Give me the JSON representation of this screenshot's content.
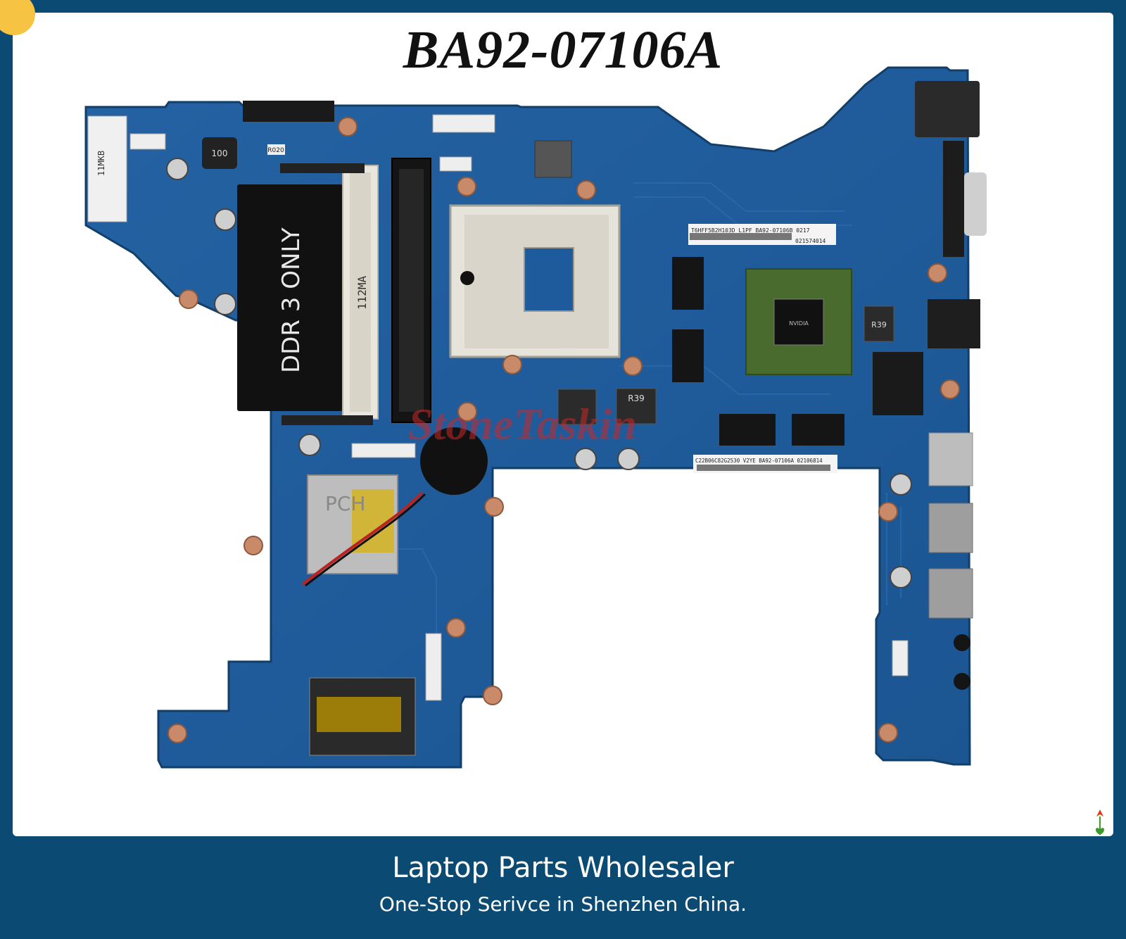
{
  "title": "BA92-07106A",
  "footer": {
    "headline": "Laptop Parts Wholesaler",
    "tagline": "One-Stop Serivce in Shenzhen China."
  },
  "watermark": "StoneTaskin",
  "board_labels": {
    "ram_slot": "DDR 3 ONLY",
    "pch": "PCH",
    "serial_top": "T6HFF5B2H103D  L1PF    BA92-07106B  0217",
    "serial_top_2": "021574014",
    "serial_bottom": "C22B06C82G2530 V2YE  BA92-07106A 02106814",
    "inductor_r39": "R39",
    "inductor_r39b": "R39",
    "slot_mark": "11MKB",
    "ram_mark": "112MA",
    "chip_r020": "R020",
    "chip_100": "100"
  },
  "colors": {
    "background": "#0b4a73",
    "pcb": "#1f5e9e",
    "pcb_dark": "#184f88",
    "frame": "#ffffff"
  }
}
